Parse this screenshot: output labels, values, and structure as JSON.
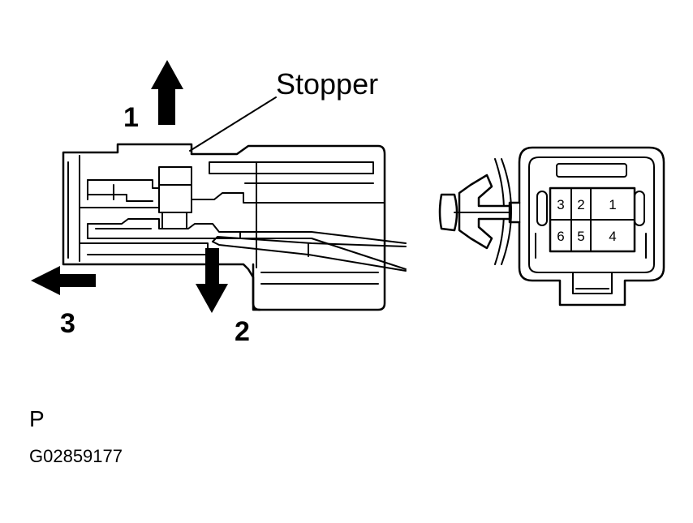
{
  "labels": {
    "stopper": "Stopper",
    "step1": "1",
    "step2": "2",
    "step3": "3",
    "view_code": "P",
    "figure_id": "G02859177"
  },
  "pins": [
    "3",
    "2",
    "1",
    "6",
    "5",
    "4"
  ]
}
